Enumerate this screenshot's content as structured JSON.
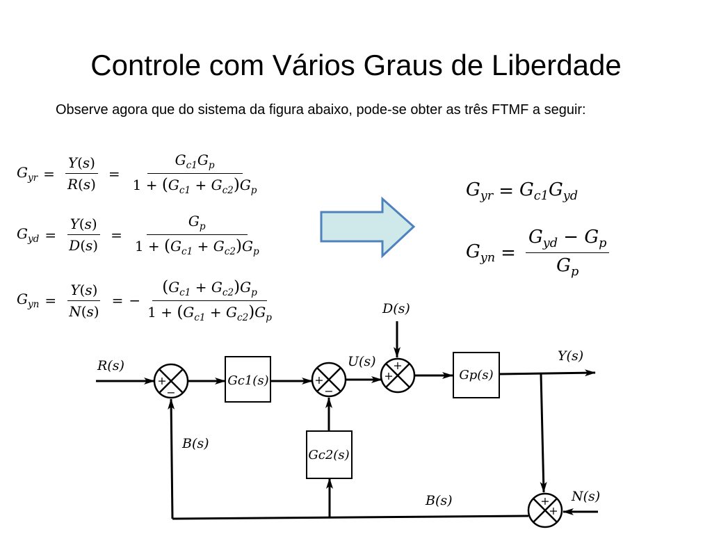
{
  "slide": {
    "title": "Controle com Vários Graus de Liberdade",
    "intro": "Observe agora que do sistema da figura abaixo, pode-se obter as três FTMF a seguir:"
  },
  "equations": {
    "gyr": {
      "lhs": "G",
      "lhs_sub": "yr",
      "ratio_num": "Y(s)",
      "ratio_den": "R(s)",
      "rhs_num": "Gc1Gp",
      "rhs_den": "1 + (Gc1 + Gc2)Gp"
    },
    "gyd": {
      "lhs": "G",
      "lhs_sub": "yd",
      "ratio_num": "Y(s)",
      "ratio_den": "D(s)",
      "rhs_num": "Gp",
      "rhs_den": "1 + (Gc1 + Gc2)Gp"
    },
    "gyn": {
      "lhs": "G",
      "lhs_sub": "yn",
      "ratio_num": "Y(s)",
      "ratio_den": "N(s)",
      "rhs_sign": "−",
      "rhs_num": "(Gc1 + Gc2)Gp",
      "rhs_den": "1 + (Gc1 + Gc2)Gp"
    },
    "result_gyr": {
      "lhs": "G",
      "lhs_sub": "yr",
      "rhs": "Gc1Gyd"
    },
    "result_gyn": {
      "lhs": "G",
      "lhs_sub": "yn",
      "num": "Gyd − Gp",
      "den": "Gp"
    }
  },
  "arrow": {
    "fill": "#cfe9ea",
    "stroke": "#4f81bd"
  },
  "diagram": {
    "signals": {
      "R": "R(s)",
      "U": "U(s)",
      "D": "D(s)",
      "Y": "Y(s)",
      "N": "N(s)",
      "B_left": "B(s)",
      "B_bottom": "B(s)"
    },
    "blocks": {
      "gc1": "Gc1(s)",
      "gc2": "Gc2(s)",
      "gp": "Gp(s)"
    },
    "signs": {
      "sum1_in": "+",
      "sum1_fb": "−",
      "sum2_in": "+",
      "sum2_fb": "−",
      "sum3_top": "+",
      "sum3_in": "+",
      "sum4_top": "+",
      "sum4_in": "+"
    }
  }
}
